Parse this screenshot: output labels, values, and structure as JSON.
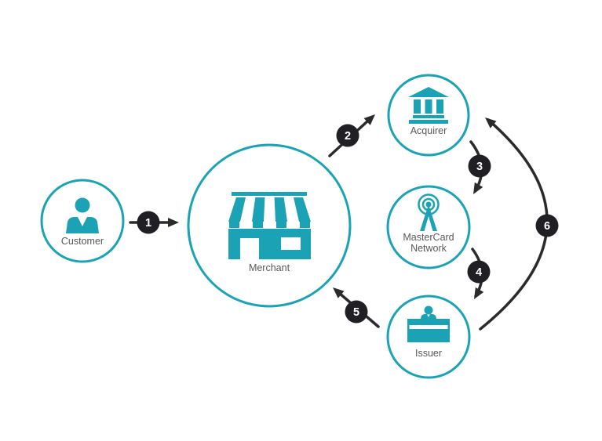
{
  "colors": {
    "accent_teal": "#1BA3B5",
    "arrow_black": "#2B2B2E",
    "badge_black": "#202024",
    "label_gray": "#58585C",
    "background": "#FFFFFF"
  },
  "nodes": {
    "customer": {
      "label": "Customer",
      "icon": "person-icon"
    },
    "merchant": {
      "label": "Merchant",
      "icon": "storefront-icon"
    },
    "acquirer": {
      "label": "Acquirer",
      "icon": "bank-icon"
    },
    "mastercard_network": {
      "label": "MasterCard Network",
      "label_lines": [
        "MasterCard",
        "Network"
      ],
      "icon": "broadcast-antenna-icon"
    },
    "issuer": {
      "label": "Issuer",
      "icon": "teller-desk-icon"
    }
  },
  "step_badges": [
    "1",
    "2",
    "3",
    "4",
    "5",
    "6"
  ]
}
